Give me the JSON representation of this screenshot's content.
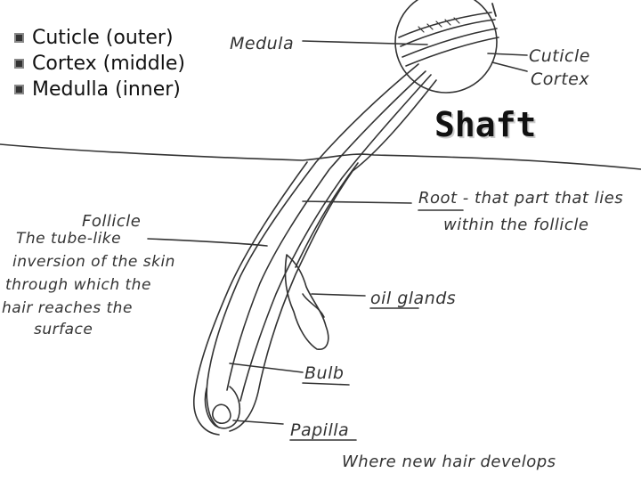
{
  "bullets": [
    {
      "label": "Cuticle (outer)",
      "icon": "square-bullet-icon"
    },
    {
      "label": "Cortex (middle)",
      "icon": "square-bullet-icon"
    },
    {
      "label": "Medulla (inner)",
      "icon": "square-bullet-icon"
    }
  ],
  "labels": {
    "medula": "Medula",
    "cuticle": "Cuticle",
    "cortex": "Cortex",
    "shaft": "Shaft",
    "root_line1": "Root - that part that lies",
    "root_line2": "within the follicle",
    "follicle": "Follicle",
    "follicle_desc": [
      "The tube-like",
      "inversion of the skin",
      "through which the",
      "hair reaches the",
      "surface"
    ],
    "oil_glands": "oil glands",
    "bulb": "Bulb",
    "papilla": "Papilla",
    "papilla_desc": "Where new hair develops"
  },
  "colors": {
    "ink": "#333333",
    "background": "#ffffff"
  }
}
